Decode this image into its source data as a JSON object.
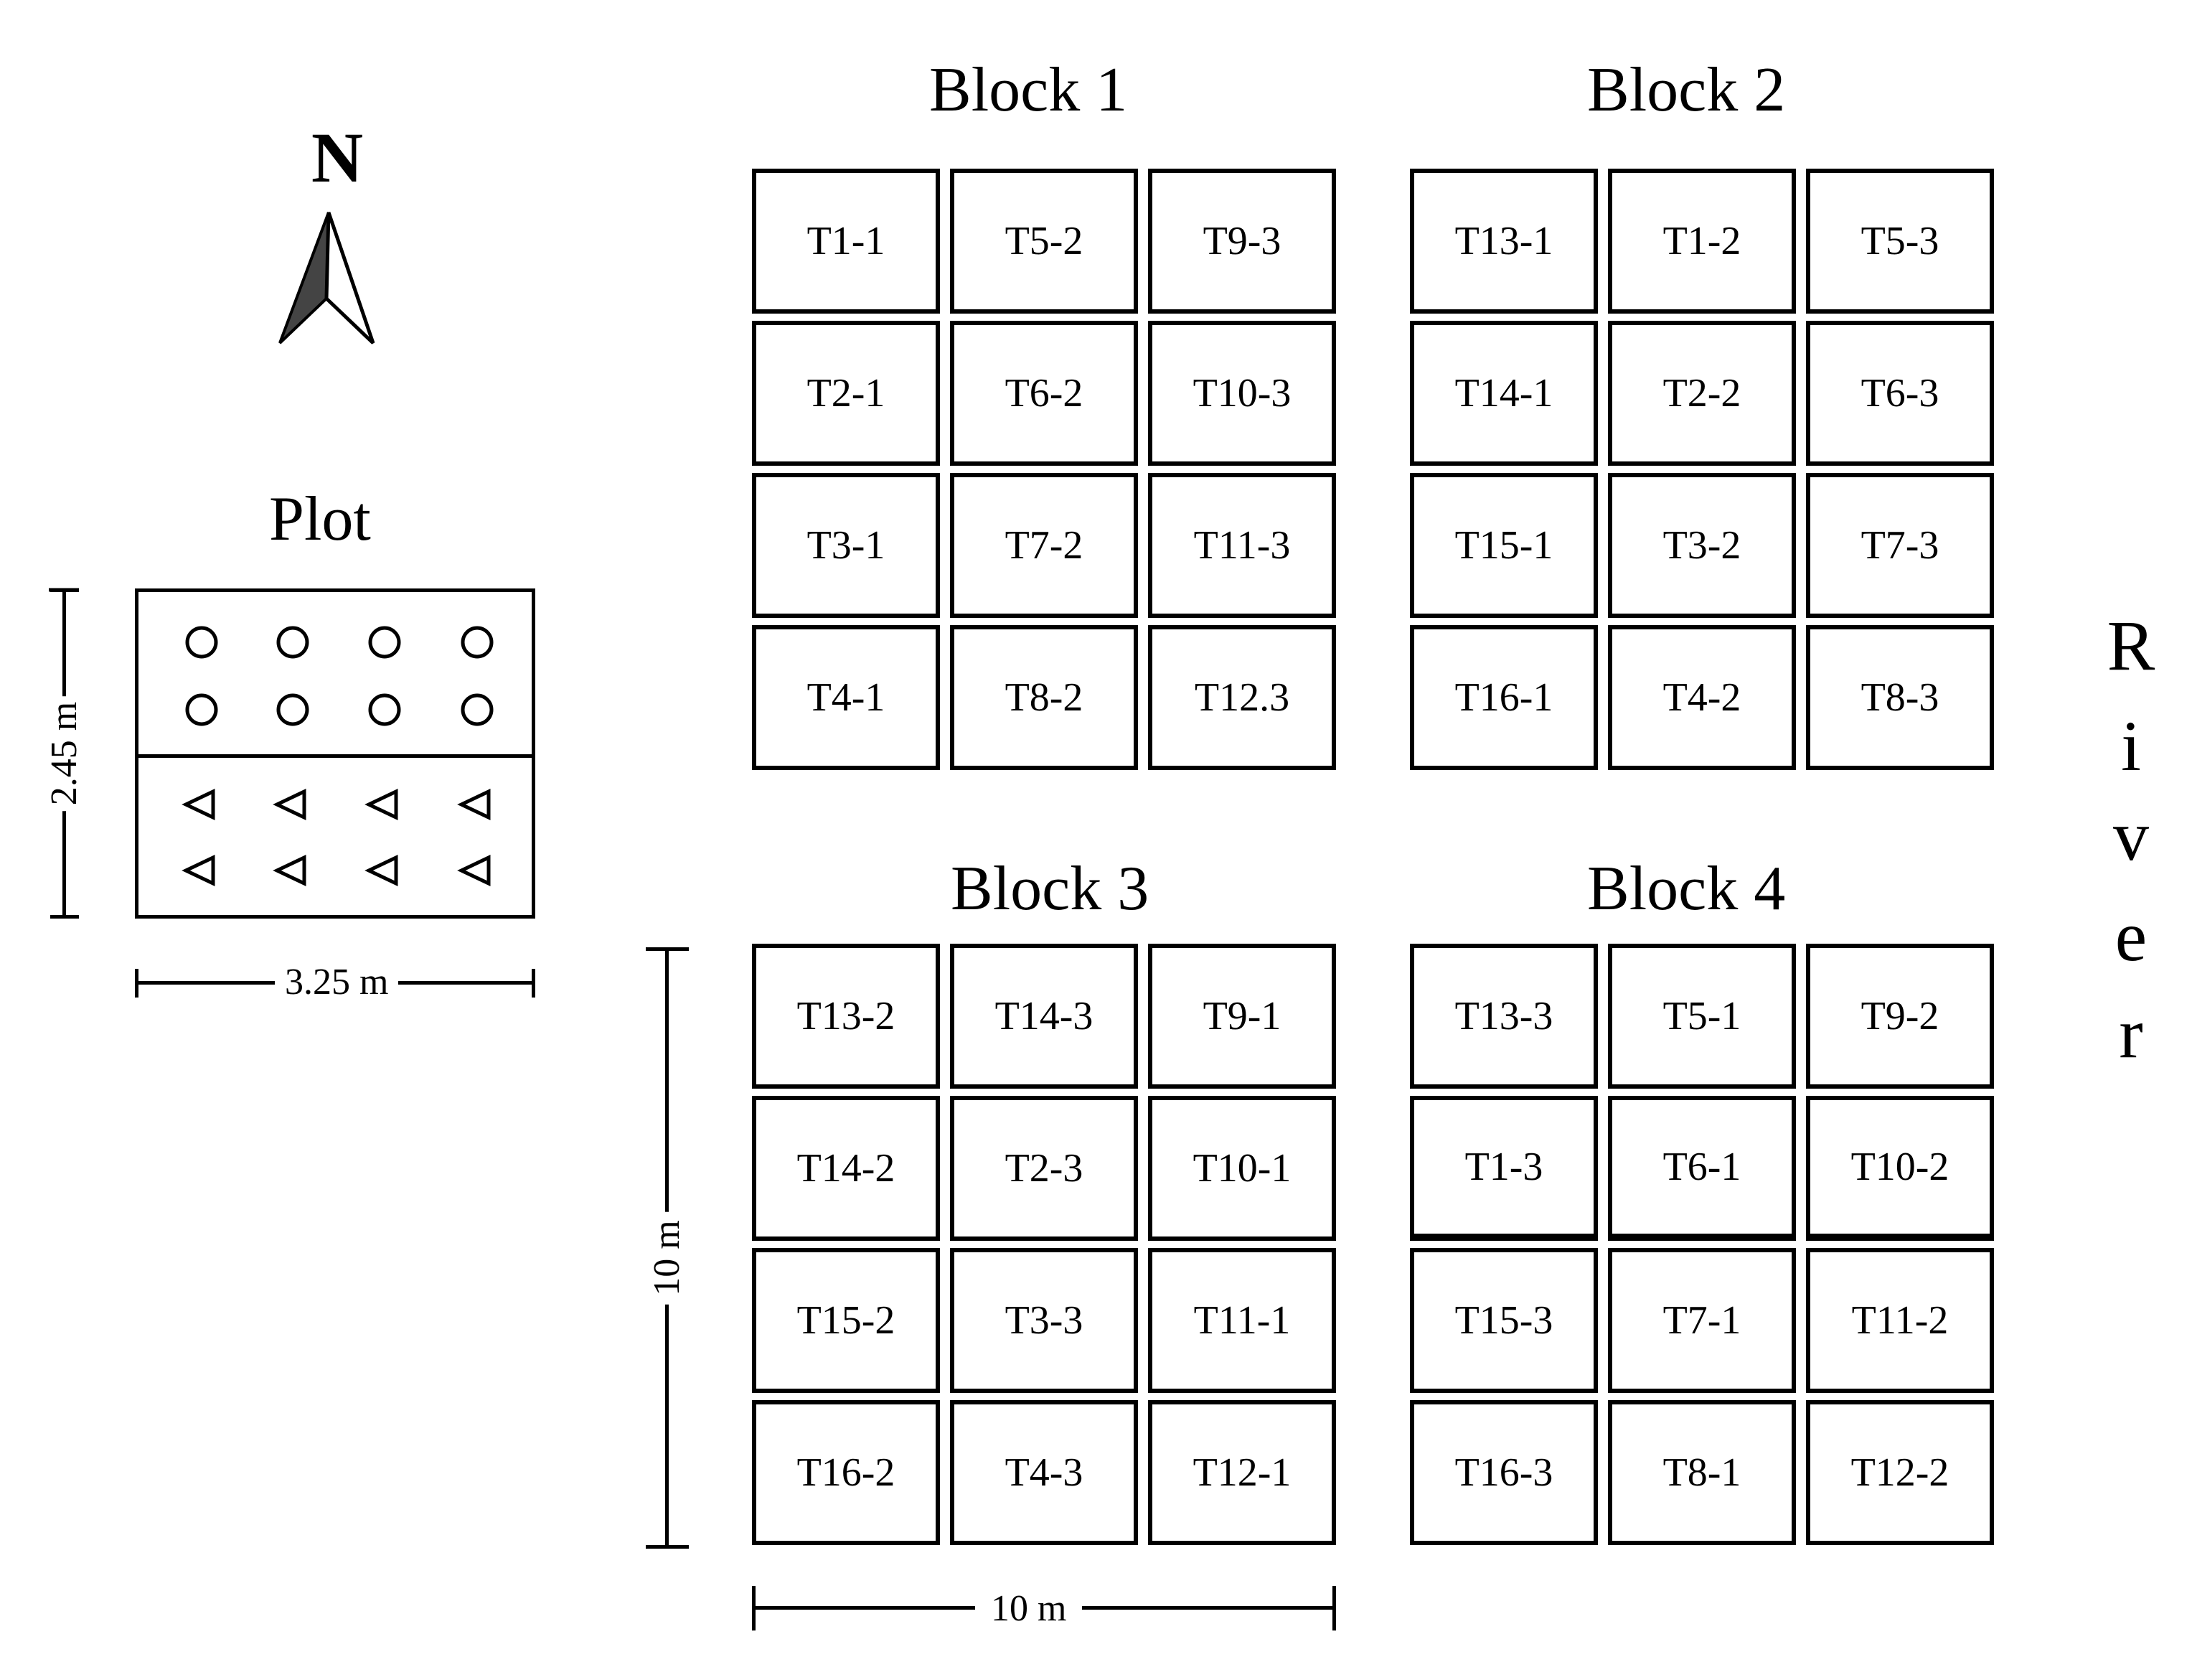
{
  "north_label": "N",
  "plot": {
    "title": "Plot",
    "height_label": "2.45 m",
    "width_label": "3.25 m",
    "upper_symbol": "circle",
    "lower_symbol": "triangle-left"
  },
  "blocks": [
    {
      "title": "Block 1",
      "cells": [
        "T1-1",
        "T5-2",
        "T9-3",
        "T2-1",
        "T6-2",
        "T10-3",
        "T3-1",
        "T7-2",
        "T11-3",
        "T4-1",
        "T8-2",
        "T12.3"
      ]
    },
    {
      "title": "Block 2",
      "cells": [
        "T13-1",
        "T1-2",
        "T5-3",
        "T14-1",
        "T2-2",
        "T6-3",
        "T15-1",
        "T3-2",
        "T7-3",
        "T16-1",
        "T4-2",
        "T8-3"
      ]
    },
    {
      "title": "Block 3",
      "cells": [
        "T13-2",
        "T14-3",
        "T9-1",
        "T14-2",
        "T2-3",
        "T10-1",
        "T15-2",
        "T3-3",
        "T11-1",
        "T16-2",
        "T4-3",
        "T12-1"
      ]
    },
    {
      "title": "Block 4",
      "cells": [
        "T13-3",
        "T5-1",
        "T9-2",
        "T1-3",
        "T6-1",
        "T10-2",
        "T15-3",
        "T7-1",
        "T11-2",
        "T16-3",
        "T8-1",
        "T12-2"
      ]
    }
  ],
  "block_height_label": "10 m",
  "block_width_label": "10 m",
  "river": {
    "letters": [
      "R",
      "i",
      "v",
      "e",
      "r"
    ]
  }
}
